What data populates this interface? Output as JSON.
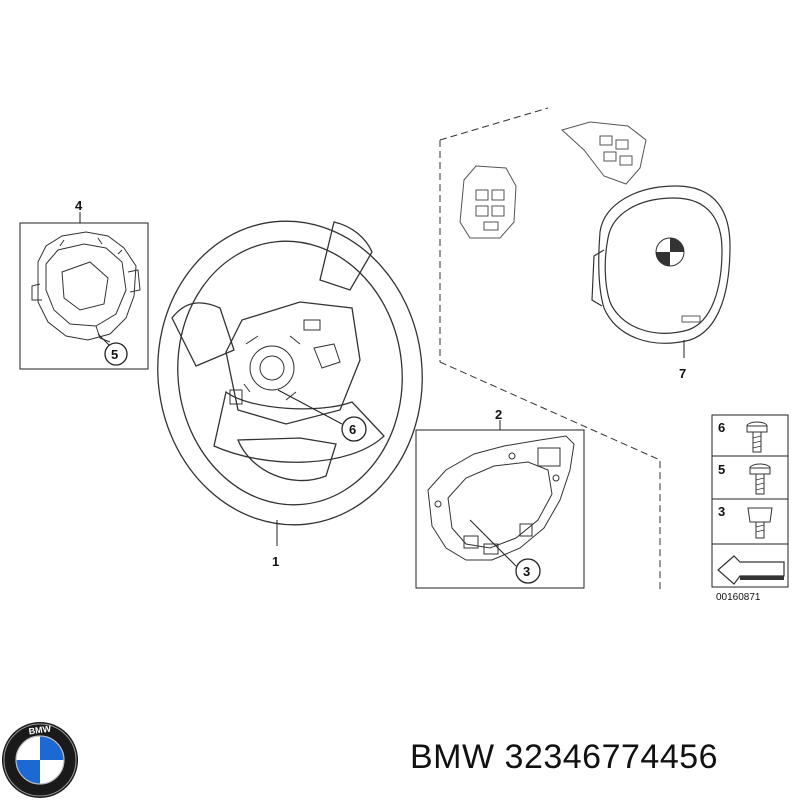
{
  "brand": {
    "name": "BMW",
    "part_number": "32346774456",
    "logo_text": "BMW",
    "colors": {
      "logo_blue": "#1c69d4",
      "logo_ring": "#1a1a1a",
      "line": "#222222"
    }
  },
  "diagram": {
    "code": "00160871",
    "callouts": {
      "wheel": "1",
      "plate": "2",
      "plate_screw": "3",
      "cover": "4",
      "cover_screw": "5",
      "wheel_screw": "6",
      "airbag": "7"
    },
    "legend": [
      {
        "num": "6",
        "icon": "bolt-long-icon"
      },
      {
        "num": "5",
        "icon": "bolt-medium-icon"
      },
      {
        "num": "3",
        "icon": "bolt-short-icon"
      }
    ],
    "direction_icon": "arrow-direction-icon"
  }
}
